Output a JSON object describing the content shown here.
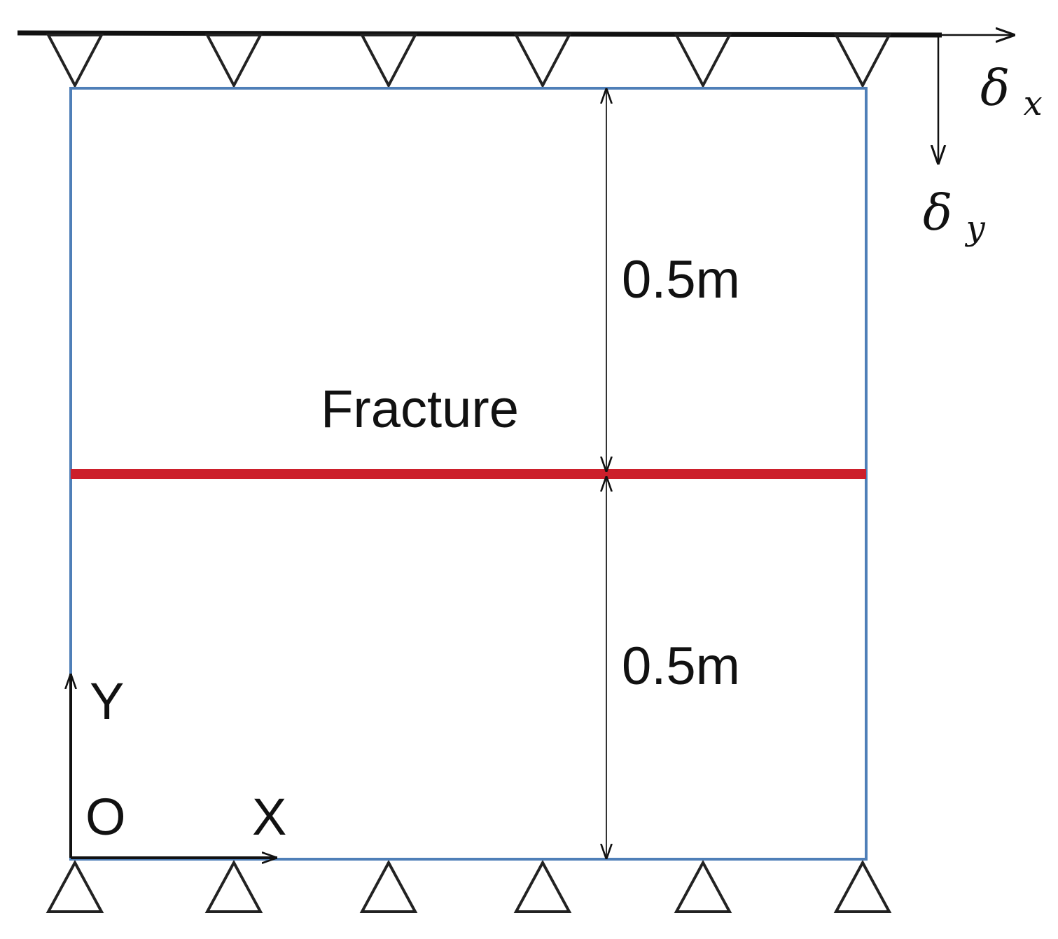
{
  "labels": {
    "fracture": "Fracture",
    "upper_dimension": "0.5m",
    "lower_dimension": "0.5m",
    "origin": "O",
    "x_axis": "X",
    "y_axis": "Y",
    "delta_x_main": "δ",
    "delta_x_sub": "x",
    "delta_y_main": "δ",
    "delta_y_sub": "y"
  },
  "model": {
    "top_support_count": 6,
    "bottom_support_count": 6
  },
  "colors": {
    "domain_border": "#4f7fb8",
    "fracture": "#cc1f2b",
    "support": "#222222",
    "dimension_line": "#333333",
    "text": "#111111"
  }
}
